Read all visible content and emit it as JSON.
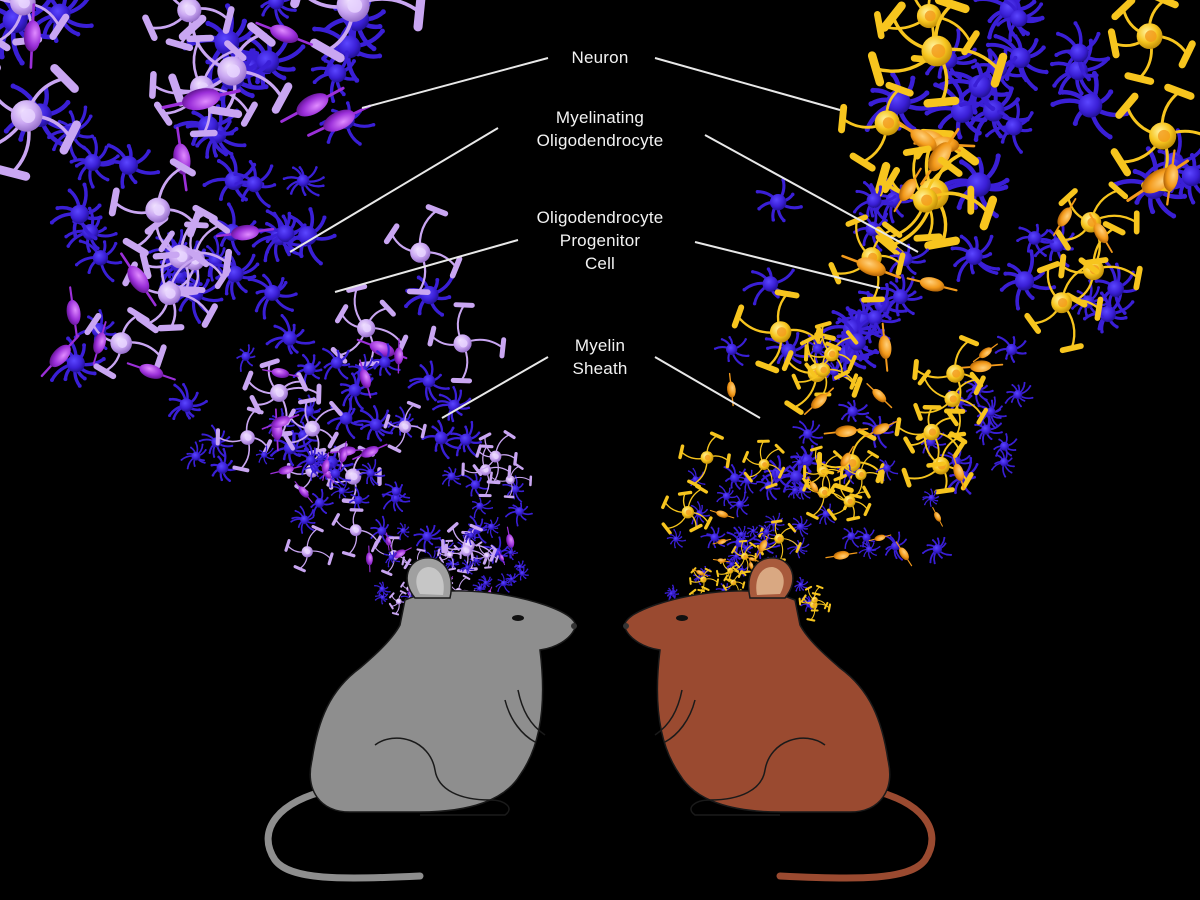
{
  "labels": {
    "neuron": [
      "Neuron"
    ],
    "myelinating_oligodendrocyte": [
      "Myelinating",
      "Oligodendrocyte"
    ],
    "opc": [
      "Oligodendrocyte",
      "Progenitor",
      "Cell"
    ],
    "myelin_sheath": [
      "Myelin",
      "Sheath"
    ]
  },
  "colors": {
    "background": "#000000",
    "neuron": "#3a1fd6",
    "neuron_dark": "#1e0f8a",
    "left_oligodendrocyte": "#c9a6f2",
    "left_opc": "#9b2fd9",
    "right_oligodendrocyte": "#f7c51e",
    "right_opc": "#f39a1b",
    "left_mouse": "#8e8e8e",
    "right_mouse": "#9a4a30",
    "leader_line": "#e8e8e8"
  },
  "scene": {
    "left_mouse": "gray-mouse",
    "right_mouse": "brown-mouse",
    "left_network": "purple-lilac-oligodendrocyte-network",
    "right_network": "yellow-orange-oligodendrocyte-network"
  }
}
